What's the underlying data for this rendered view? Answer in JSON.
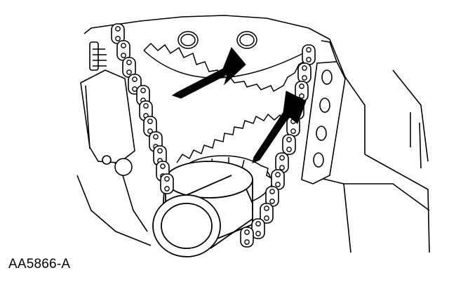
{
  "figure": {
    "id_label": "AA5866-A",
    "line_color": "#000000",
    "background": "#ffffff"
  },
  "parts": {
    "arrows": 2,
    "components": [
      "timing-chain",
      "crankshaft-sprocket",
      "crankshaft-nose",
      "camshaft-sprocket",
      "chain-tensioner",
      "chain-guide"
    ]
  }
}
